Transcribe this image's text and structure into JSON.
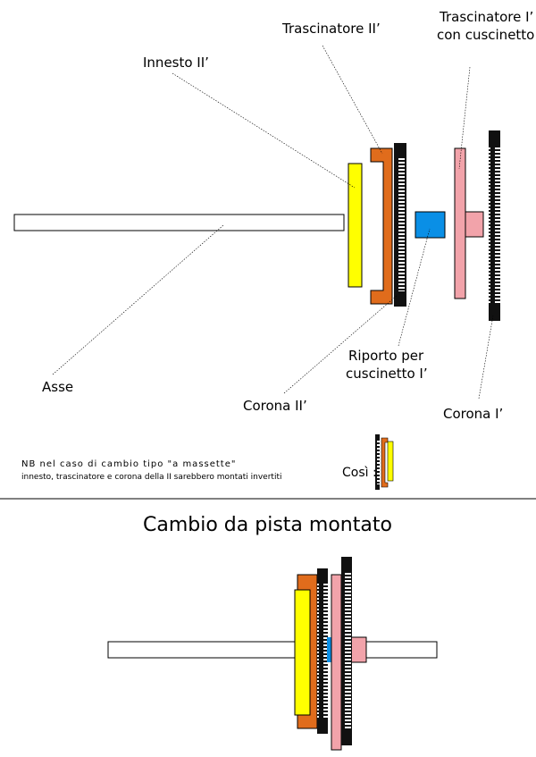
{
  "labels": {
    "trascinatore_2": "Trascinatore II’",
    "trascinatore_1_line1": "Trascinatore I’",
    "trascinatore_1_line2": "con cuscinetto",
    "innesto_2": "Innesto II’",
    "asse": "Asse",
    "corona_2": "Corona II’",
    "riporto_line1": "Riporto per",
    "riporto_line2": "cuscinetto I’",
    "corona_1": "Corona I’"
  },
  "note": {
    "line1": "NB nel caso di cambio tipo \"a massette\"",
    "line2": "innesto, trascinatore e corona della II sarebbero montati invertiti",
    "cosi": "Così :"
  },
  "section_title": "Cambio da pista montato",
  "colors": {
    "yellow": "#ffff00",
    "orange": "#e06c1c",
    "black": "#111111",
    "pink": "#f2a3aa",
    "blue": "#0a8fe6",
    "axle": "#ffffff"
  }
}
